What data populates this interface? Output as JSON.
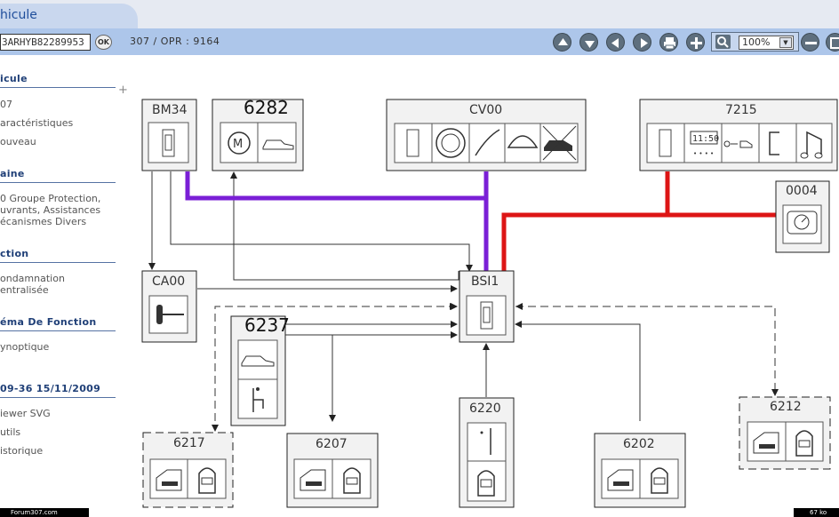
{
  "header": {
    "title": "hicule",
    "vin_value": "3ARHYB82289953",
    "ok_label": "OK",
    "model_ref": "307 / OPR : 9164",
    "zoom_value": "100%"
  },
  "sidebar": {
    "sections": [
      {
        "title": "icule",
        "items": [
          "07",
          "aractéristiques",
          "ouveau"
        ]
      },
      {
        "title": "aine",
        "items": [
          "0 Groupe Protection,",
          "uvrants, Assistances",
          "écanismes Divers"
        ]
      },
      {
        "title": "ction",
        "items": [
          "ondamnation",
          "entralisée"
        ]
      },
      {
        "title": "éma De Fonction",
        "items": [
          "ynoptique"
        ]
      },
      {
        "title": "09-36 15/11/2009",
        "items": [
          "iewer SVG",
          "utils",
          "istorique"
        ]
      }
    ]
  },
  "diagram": {
    "components": [
      {
        "code": "BM34"
      },
      {
        "code": "6282"
      },
      {
        "code": "CV00"
      },
      {
        "code": "7215",
        "display_reading": "11:50"
      },
      {
        "code": "0004"
      },
      {
        "code": "CA00"
      },
      {
        "code": "BSI1"
      },
      {
        "code": "6237"
      },
      {
        "code": "6220"
      },
      {
        "code": "6217"
      },
      {
        "code": "6207"
      },
      {
        "code": "6202"
      },
      {
        "code": "6212"
      }
    ],
    "colors": {
      "purple_wire": "#7a1fd6",
      "red_wire": "#dd1515",
      "box_fill": "#f2f2f2",
      "box_border": "#222222"
    }
  },
  "footer": {
    "left_text": "Forum307.com",
    "right_text": "67 ko"
  }
}
